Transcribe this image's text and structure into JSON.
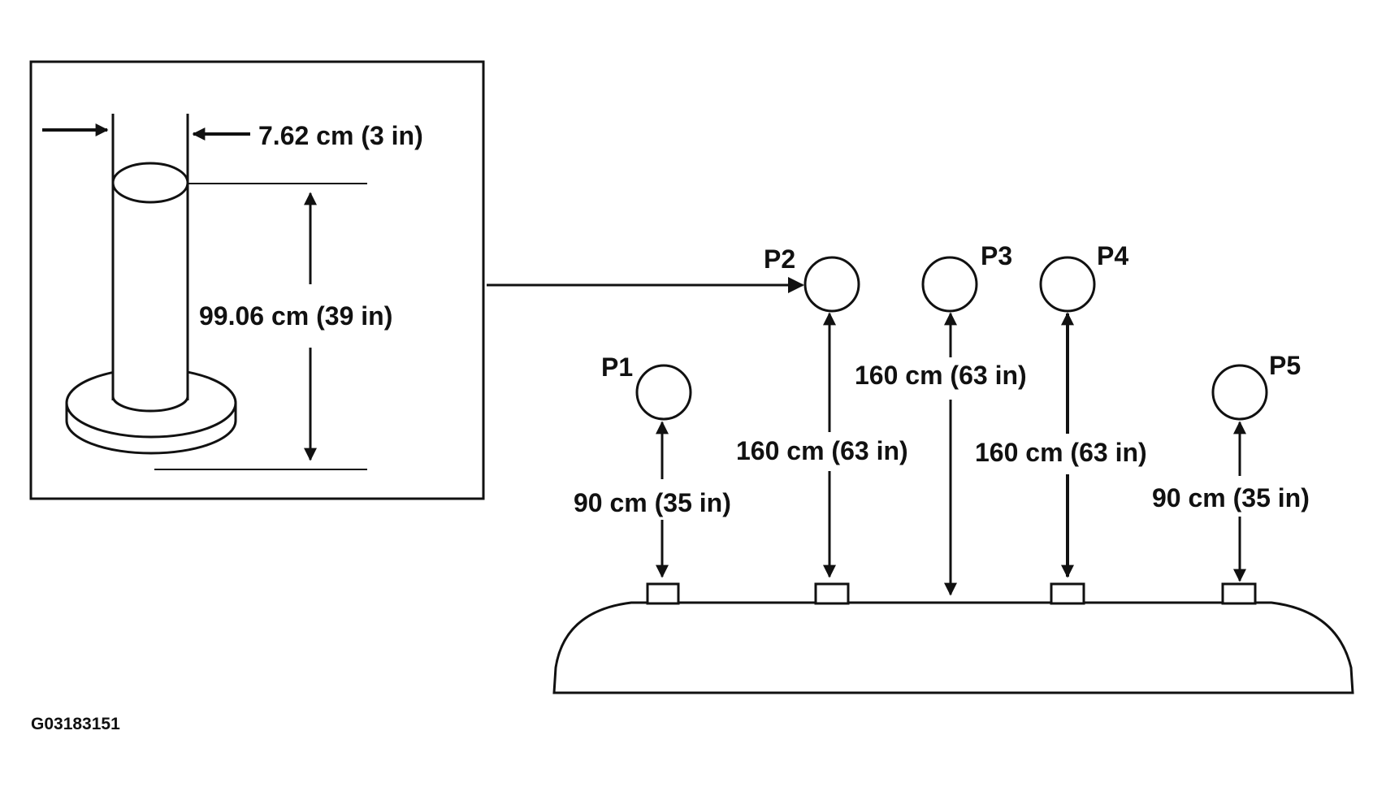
{
  "colors": {
    "ink": "#111111",
    "background": "#ffffff"
  },
  "inset": {
    "diameter_label": "7.62 cm (3 in)",
    "height_label": "99.06 cm (39 in)"
  },
  "positions": [
    {
      "id": "P1",
      "height_label": "90 cm (35 in)"
    },
    {
      "id": "P2",
      "height_label": "160 cm (63 in)"
    },
    {
      "id": "P3",
      "height_label": "160 cm (63 in)"
    },
    {
      "id": "P4",
      "height_label": "160 cm (63 in)"
    },
    {
      "id": "P5",
      "height_label": "90 cm (35 in)"
    }
  ],
  "figure_code": "G03183151"
}
